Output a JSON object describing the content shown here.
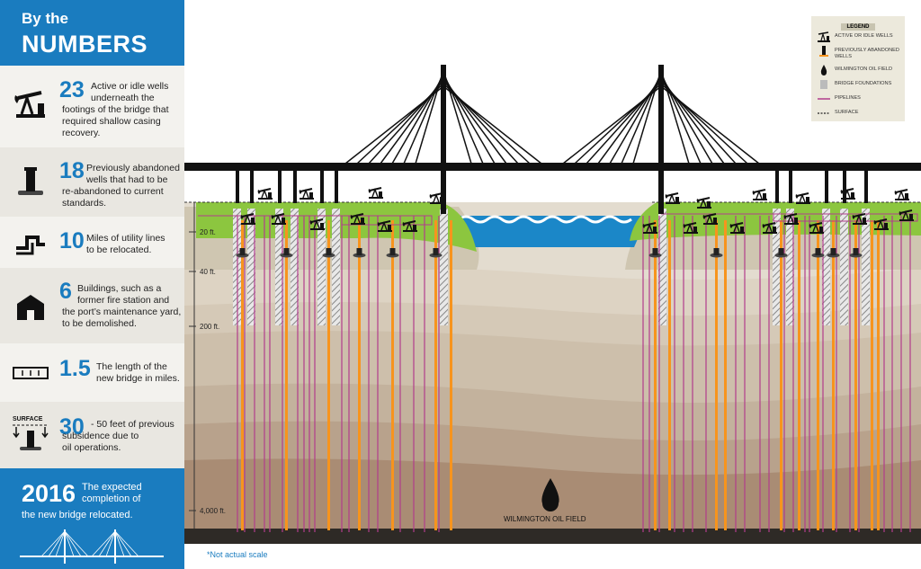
{
  "sidebar": {
    "header": {
      "line1": "By the",
      "line2": "NUMBERS"
    },
    "stats": [
      {
        "number": "23",
        "lines": [
          "Active or idle wells",
          "underneath the",
          "footings of the bridge that",
          "required shallow casing",
          "recovery."
        ],
        "icon": "pumpjack-icon"
      },
      {
        "number": "18",
        "lines": [
          "Previously abandoned",
          "wells that had to be",
          "re-abandoned to current",
          "standards."
        ],
        "icon": "abandoned-well-icon"
      },
      {
        "number": "10",
        "lines": [
          "Miles of utility lines",
          "to be relocated."
        ],
        "icon": "pipe-icon"
      },
      {
        "number": "6",
        "lines": [
          "Buildings, such as a",
          "former fire station and",
          "the port’s maintenance yard,",
          "to be demolished."
        ],
        "icon": "building-icon"
      },
      {
        "number": "1.5",
        "lines": [
          "The length of the",
          "new bridge in miles."
        ],
        "icon": "ruler-icon"
      },
      {
        "number": "30",
        "lines": [
          "- 50 feet of previous",
          "subsidence due to",
          "oil operations."
        ],
        "icon": "subsidence-icon",
        "icon_label": "SURFACE"
      }
    ],
    "footer": {
      "year": "2016",
      "text1": "The expected completion of",
      "text2": "the new bridge relocated."
    }
  },
  "legend": {
    "title": "LEGEND",
    "items": [
      {
        "label": "ACTIVE OR IDLE WELLS",
        "icon": "pumpjack-icon"
      },
      {
        "label": "PREVIOUSLY ABANDONED WELLS",
        "icon": "abandoned-well-icon"
      },
      {
        "label": "WILMINGTON OIL FIELD",
        "icon": "oil-drop-icon"
      },
      {
        "label": "BRIDGE FOUNDATIONS",
        "icon": "hatch-icon"
      },
      {
        "label": "PIPELINES",
        "icon": "pipeline-icon"
      },
      {
        "label": "SURFACE",
        "icon": "surface-line-icon"
      }
    ]
  },
  "diagram": {
    "depths": [
      "20 ft.",
      "40 ft.",
      "200 ft.",
      "4,000 ft."
    ],
    "oil_field_label": "WILMINGTON OIL FIELD",
    "note": "*Not actual scale"
  },
  "colors": {
    "brand_blue": "#1a7cbf",
    "grass": "#8cc63f",
    "water": "#1b87c8",
    "orange_casing": "#f7941d",
    "pipeline": "#b23d8c",
    "bridge": "#111111"
  }
}
